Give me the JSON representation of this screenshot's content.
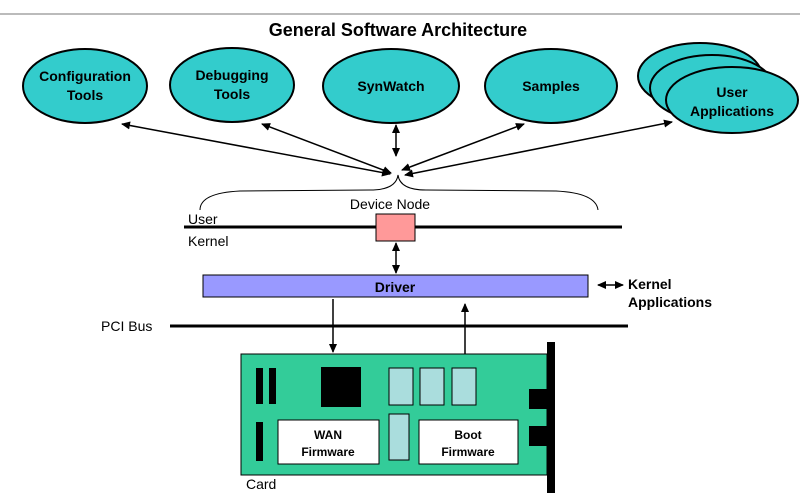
{
  "diagram": {
    "title": "General Software Architecture",
    "apps": {
      "config": [
        "Configuration",
        "Tools"
      ],
      "debug": [
        "Debugging",
        "Tools"
      ],
      "synwatch": "SynWatch",
      "samples": "Samples",
      "user_apps": [
        "User",
        "Applications"
      ]
    },
    "device_node": "Device Node",
    "user_label": "User",
    "kernel_label": "Kernel",
    "driver": "Driver",
    "kernel_apps": [
      "Kernel",
      "Applications"
    ],
    "pci_bus": "PCI Bus",
    "card": "Card",
    "wan_firmware": [
      "WAN",
      "Firmware"
    ],
    "boot_firmware": [
      "Boot",
      "Firmware"
    ]
  },
  "colors": {
    "ellipse_fill": "#33cccc",
    "device_node_fill": "#ff9999",
    "driver_fill": "#9999ff",
    "card_fill": "#33cc99",
    "chip_fill": "#aadddd",
    "black": "#000000"
  }
}
